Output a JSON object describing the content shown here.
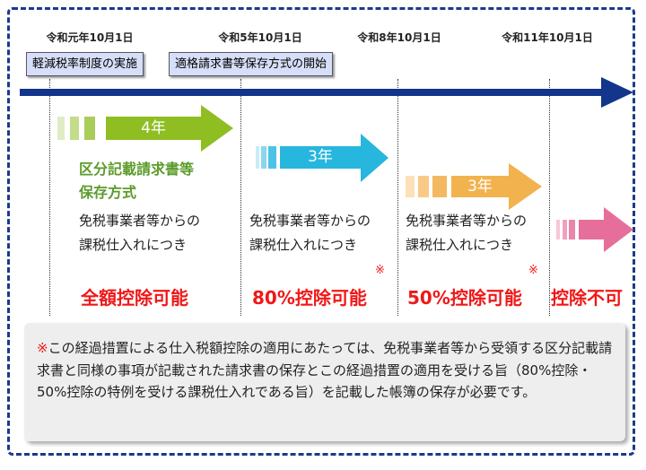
{
  "dates": [
    "令和元年10月1日",
    "令和5年10月1日",
    "令和8年10月1日",
    "令和11年10月1日"
  ],
  "events": [
    "軽減税率制度の実施",
    "適格請求書等保存方式の開始"
  ],
  "arrows": [
    {
      "label": "4年",
      "color": "#8fbe23"
    },
    {
      "label": "3年",
      "color": "#27b6de"
    },
    {
      "label": "3年",
      "color": "#f2b24e"
    },
    {
      "label": "",
      "color": "#e56f9a"
    }
  ],
  "method": [
    "区分記載請求書等",
    "保存方式"
  ],
  "condition": [
    "免税事業者等からの",
    "課税仕入れにつき"
  ],
  "results": [
    "全額控除可能",
    "80%控除可能",
    "50%控除可能",
    "控除不可"
  ],
  "mark": "※",
  "note": {
    "mark": "※",
    "text": "この経過措置による仕入税額控除の適用にあたっては、免税事業者等から受領する区分記載請求書と同様の事項が記載された請求書の保存とこの経過措置の適用を受ける旨（80%控除・50%控除の特例を受ける課税仕入れである旨）を記載した帳簿の保存が必要です。"
  }
}
